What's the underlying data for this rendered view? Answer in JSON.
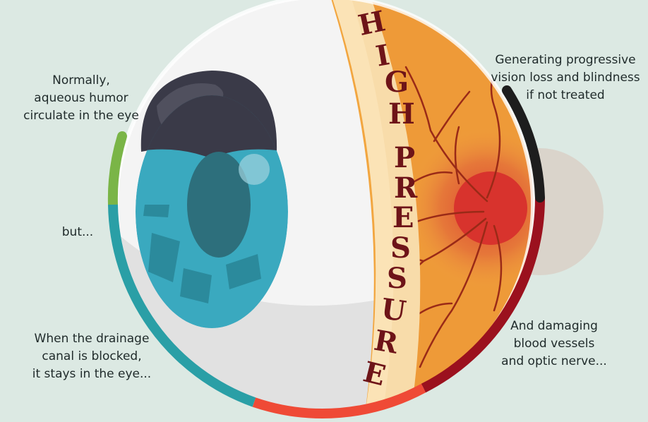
{
  "captions": {
    "normally": "Normally,\naqueous humor\ncirculate in the eye",
    "but": "but...",
    "drainage": "When the drainage\ncanal is blocked,\nit stays in the eye...",
    "generating": "Generating progressive\nvision loss and blindness\nif not treated",
    "damaging": "And damaging\nblood vessels\nand optic nerve..."
  },
  "high_pressure": {
    "letters": [
      "H",
      "I",
      "G",
      "H",
      "P",
      "R",
      "E",
      "S",
      "S",
      "U",
      "R",
      "E"
    ]
  },
  "colors": {
    "background": "#dce9e3",
    "iris": "#3aa9bf",
    "pupil": "#2d6f7c",
    "lid": "#3a3a48",
    "sclera": "#f1f1f1",
    "retina": "#f2a640",
    "optic_disc": "#d8332d",
    "vessel": "#9a2a17",
    "text_pressure": "#6e1418",
    "arc_green": "#7ab547",
    "arc_teal": "#2a9fa6",
    "arc_orange_red": "#ef4a36",
    "arc_dark_red": "#9b111e",
    "arc_black": "#1d1d1d"
  }
}
